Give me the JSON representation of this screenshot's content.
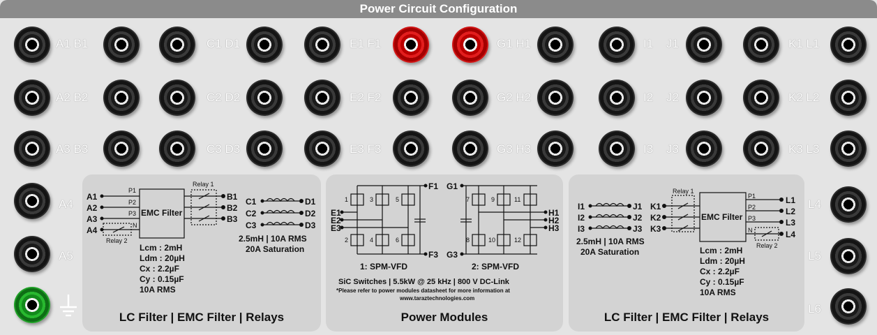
{
  "title": "Power Circuit Configuration",
  "jack_labels": {
    "r1": [
      "A1 B1",
      "C1 D1",
      "E1 F1",
      "G1 H1",
      "I1",
      "J1",
      "K1 L1"
    ],
    "r2": [
      "A2 B2",
      "C2 D2",
      "E2 F2",
      "G2 H2",
      "I2",
      "J2",
      "K2 L2"
    ],
    "r3": [
      "A3 B3",
      "C3 D3",
      "E3 F3",
      "G3 H3",
      "I3",
      "J3",
      "K3 L3"
    ],
    "left": [
      "A4",
      "A5"
    ],
    "right": [
      "L4",
      "L5",
      "L6"
    ]
  },
  "left_box": {
    "footer": "LC Filter | EMC Filter | Relays",
    "inputs": [
      "A1",
      "A2",
      "A3",
      "A4"
    ],
    "pins": [
      "P1",
      "P2",
      "P3",
      "N"
    ],
    "emc_label": "EMC Filter",
    "relay1": "Relay 1",
    "relay2": "Relay 2",
    "outputs": [
      "B1",
      "B2",
      "B3"
    ],
    "specs": [
      "Lcm : 2mH",
      "Ldm : 20µH",
      "Cx : 2.2µF",
      "Cy : 0.15µF",
      "10A RMS"
    ],
    "lc_left": [
      "C1",
      "C2",
      "C3"
    ],
    "lc_right": [
      "D1",
      "D2",
      "D3"
    ],
    "lc_spec1": "2.5mH | 10A RMS",
    "lc_spec2": "20A Saturation"
  },
  "mid_box": {
    "footer": "Power Modules",
    "f1": "F1",
    "g1": "G1",
    "e_labels": [
      "E1",
      "E2",
      "E3"
    ],
    "h_labels": [
      "H1",
      "H2",
      "H3"
    ],
    "f3": "F3",
    "g3": "G3",
    "switch_nums_1": [
      "1",
      "3",
      "5",
      "2",
      "4",
      "6"
    ],
    "switch_nums_2": [
      "7",
      "9",
      "11",
      "8",
      "10",
      "12"
    ],
    "mod1": "1: SPM-VFD",
    "mod2": "2: SPM-VFD",
    "spec": "SiC Switches | 5.5kW @ 25 kHz | 800 V DC-Link",
    "note1": "*Please refer to power modules datasheet for more information at",
    "note2": "www.taraztechnologies.com"
  },
  "right_box": {
    "footer": "LC Filter | EMC Filter | Relays",
    "lc_left": [
      "I1",
      "I2",
      "I3"
    ],
    "lc_right": [
      "J1",
      "J2",
      "J3"
    ],
    "lc_spec1": "2.5mH | 10A RMS",
    "lc_spec2": "20A Saturation",
    "inputs": [
      "K1",
      "K2",
      "K3"
    ],
    "emc_label": "EMC Filter",
    "relay1": "Relay 1",
    "relay2": "Relay 2",
    "pins": [
      "P1",
      "P2",
      "P3",
      "N"
    ],
    "outputs": [
      "L1",
      "L2",
      "L3",
      "L4"
    ],
    "specs": [
      "Lcm : 2mH",
      "Ldm : 20µH",
      "Cx : 2.2µF",
      "Cy : 0.15µF",
      "10A RMS"
    ]
  },
  "ground_icon": "ground-icon",
  "colors": {
    "red_jack": "#d81b1b",
    "green_jack": "#1fa026",
    "black_jack": "#1a1a1a",
    "panel": "#e4e4e4",
    "inner_box": "#d3d3d3"
  }
}
